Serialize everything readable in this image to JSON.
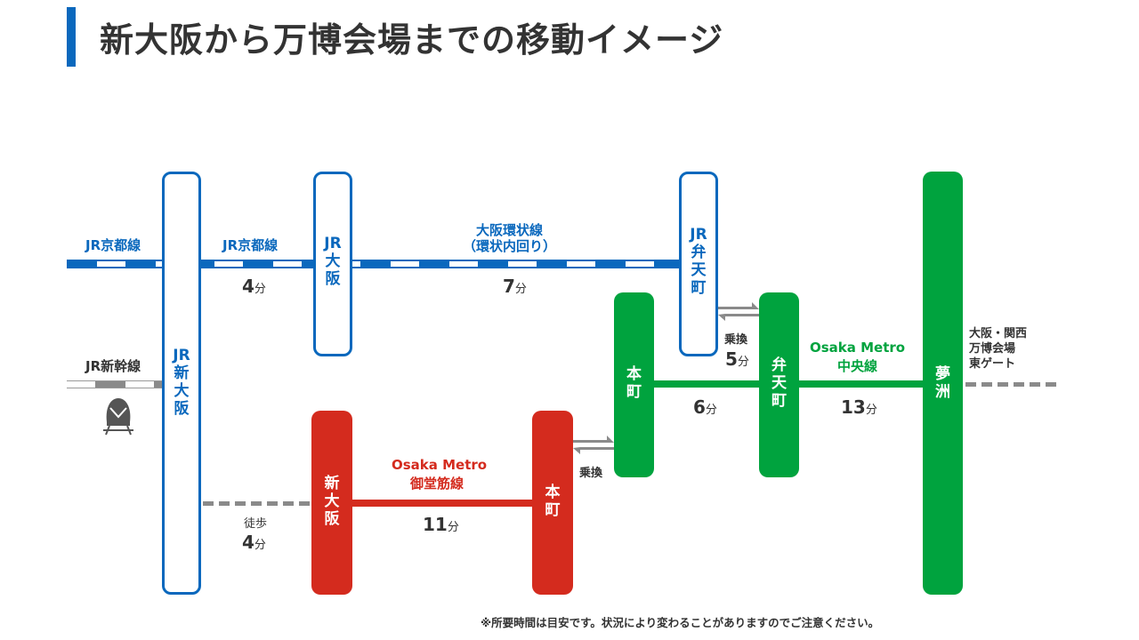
{
  "title": "新大阪から万博会場までの移動イメージ",
  "stations": {
    "jr_shin_osaka": [
      "JR",
      "新",
      "大",
      "阪"
    ],
    "jr_osaka": [
      "JR",
      "大",
      "阪"
    ],
    "jr_bentencho": [
      "JR",
      "弁",
      "天",
      "町"
    ],
    "metro_shin_osaka": [
      "新",
      "大",
      "阪"
    ],
    "metro_honmachi_red": [
      "本",
      "町"
    ],
    "metro_honmachi_green": [
      "本",
      "町"
    ],
    "metro_bentencho": [
      "弁",
      "天",
      "町"
    ],
    "yumeshima": [
      "夢",
      "洲"
    ]
  },
  "lines": {
    "jr_kyoto_left": "JR京都線",
    "jr_kyoto_mid": "JR京都線",
    "loop_line": "大阪環状線",
    "loop_sub": "（環状内回り）",
    "shinkansen": "JR新幹線",
    "midosuji_1": "Osaka Metro",
    "midosuji_2": "御堂筋線",
    "chuo_1": "Osaka Metro",
    "chuo_2": "中央線"
  },
  "times": {
    "unit": "分",
    "kyoto": "4",
    "loop": "7",
    "walk_label": "徒歩",
    "walk": "4",
    "midosuji": "11",
    "transfer_label_1": "乗換",
    "transfer_1": "5",
    "transfer_label_2": "乗換",
    "chuo_a": "6",
    "chuo_b": "13"
  },
  "destination": [
    "大阪・関西",
    "万博会場",
    "東ゲート"
  ],
  "footnote": "※所要時間は目安です。状況により変わることがありますのでご注意ください。",
  "colors": {
    "jr": "#0a68bd",
    "midosuji": "#d42b1e",
    "chuo": "#00a33e",
    "gray": "#8a8a8a"
  }
}
